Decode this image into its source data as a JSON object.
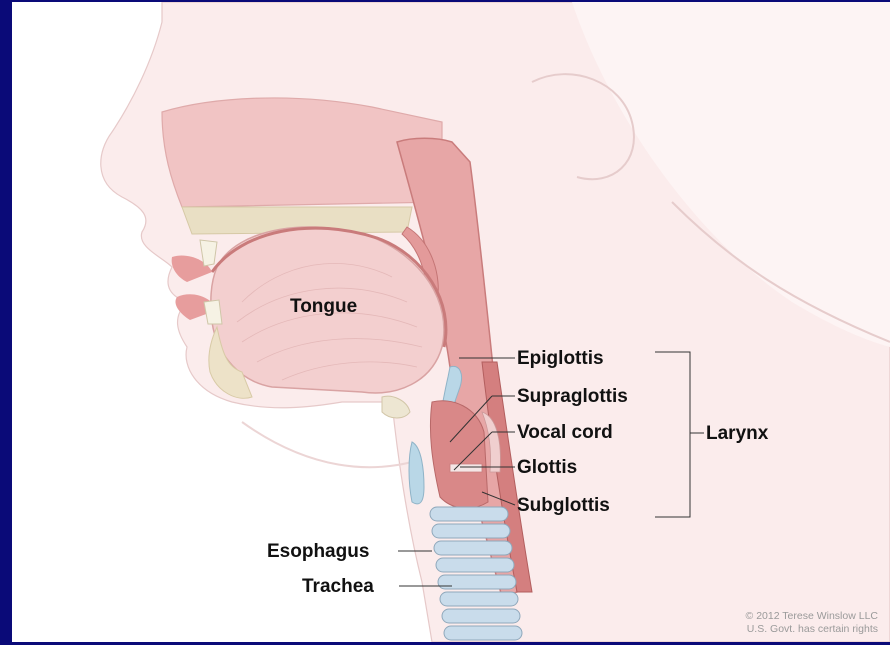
{
  "labels": {
    "tongue": "Tongue",
    "epiglottis": "Epiglottis",
    "supraglottis": "Supraglottis",
    "vocal_cord": "Vocal cord",
    "glottis": "Glottis",
    "subglottis": "Subglottis",
    "larynx": "Larynx",
    "esophagus": "Esophagus",
    "trachea": "Trachea"
  },
  "credit": {
    "line1": "© 2012 Terese Winslow LLC",
    "line2": "U.S. Govt. has certain rights"
  },
  "colors": {
    "border": "#0a0a78",
    "skin": "#f6dede",
    "tissue": "#e8a8a8",
    "airway": "#c96b6b",
    "cartilage": "#b8d6e6",
    "bone": "#e9dfc4"
  }
}
